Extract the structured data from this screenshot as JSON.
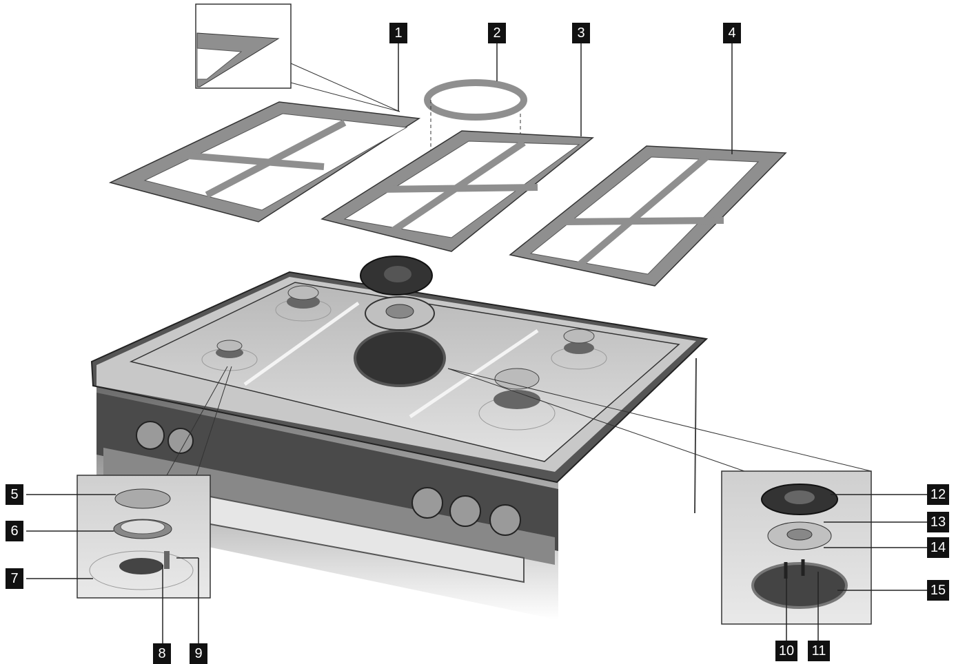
{
  "colors": {
    "callout_bg": "#111111",
    "callout_text": "#ffffff",
    "steel": "#8f8f8f",
    "dark": "#3a3a3a"
  },
  "callouts": {
    "c1": "1",
    "c2": "2",
    "c3": "3",
    "c4": "4",
    "c5": "5",
    "c6": "6",
    "c7": "7",
    "c8": "8",
    "c9": "9",
    "c10": "10",
    "c11": "11",
    "c12": "12",
    "c13": "13",
    "c14": "14",
    "c15": "15"
  }
}
